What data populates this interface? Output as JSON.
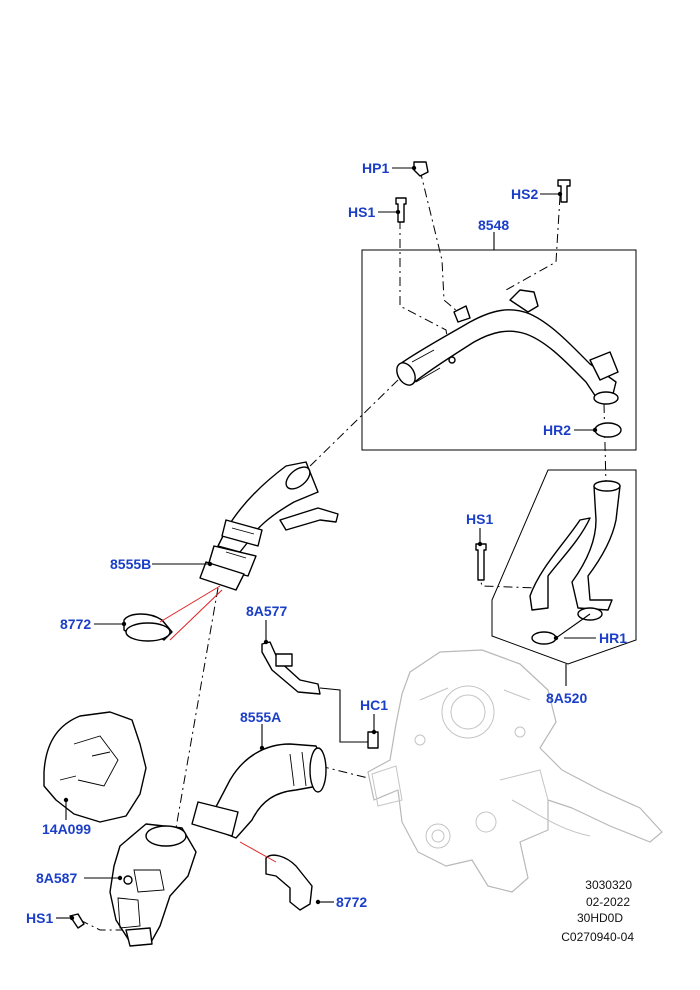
{
  "callouts": {
    "hp1": "HP1",
    "hs2": "HS2",
    "hs1_top": "HS1",
    "p8548": "8548",
    "hr2": "HR2",
    "hs1_mid": "HS1",
    "p8555b": "8555B",
    "p8772_top": "8772",
    "p8a577": "8A577",
    "hc1": "HC1",
    "hr1": "HR1",
    "p8a520": "8A520",
    "p8555a": "8555A",
    "p14a099": "14A099",
    "p8a587": "8A587",
    "hs1_bottom": "HS1",
    "p8772_bottom": "8772"
  },
  "reference": {
    "line1": "3030320",
    "line2": "02-2022",
    "line3": "30HD0D",
    "line4": "C0270940-04"
  },
  "colors": {
    "callout": "#1a3ec8",
    "leader_red": "#e02020",
    "ghost_outline": "#b9b9b9"
  }
}
